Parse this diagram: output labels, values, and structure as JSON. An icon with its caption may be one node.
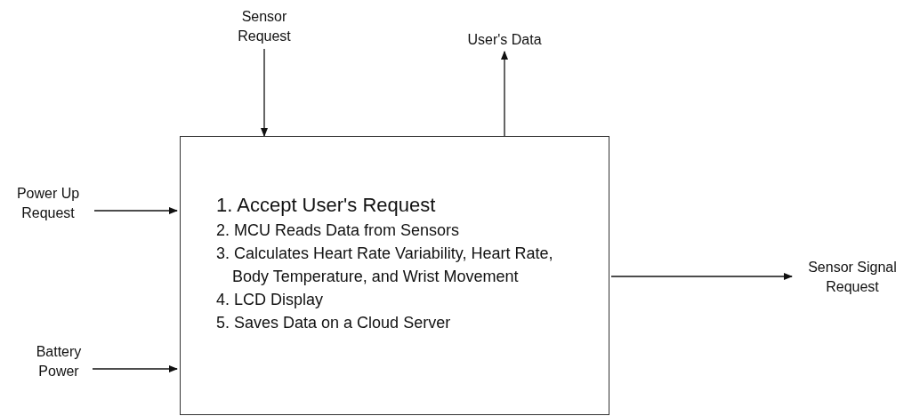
{
  "diagram": {
    "nodes": [
      {
        "text": [
          "Sensor Request"
        ]
      },
      {
        "text": [
          "User's Data"
        ]
      },
      {
        "text": [
          "Power Up Request"
        ]
      },
      {
        "text": [
          "Battery Power"
        ]
      },
      {
        "text": [
          "1. Accept User's Request",
          "2.  MCU Reads Data from Sensors",
          "3. Calculates Heart Rate Variability, Heart Rate, Body Temperature, and Wrist Movement",
          "4. LCD Display",
          "5. Saves Data on a Cloud Server"
        ]
      },
      {
        "text": [
          "Sensor Signal Request"
        ]
      }
    ],
    "edges": [
      {
        "from": 0,
        "to": 4,
        "arrow": "to"
      },
      {
        "from": 4,
        "to": 1,
        "arrow": "to"
      },
      {
        "from": 2,
        "to": 4,
        "arrow": "to"
      },
      {
        "from": 3,
        "to": 4,
        "arrow": "to"
      },
      {
        "from": 4,
        "to": 5,
        "arrow": "to"
      }
    ]
  }
}
